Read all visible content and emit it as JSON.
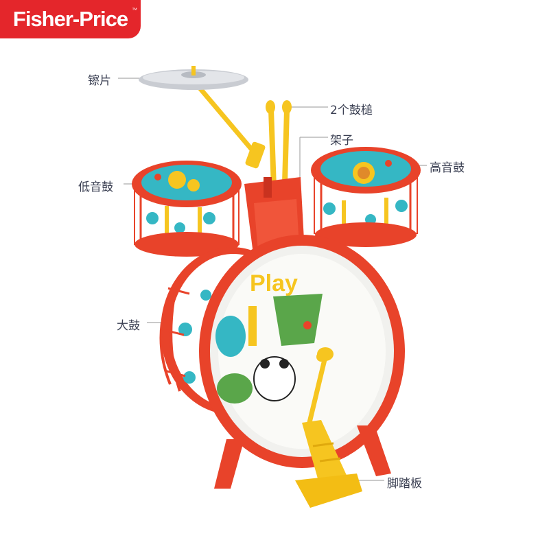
{
  "brand": {
    "name": "Fisher-Price",
    "tm": "™"
  },
  "labels": {
    "cymbal": "镲片",
    "sticks": "2个鼓槌",
    "stand": "架子",
    "high_tom": "高音鼓",
    "low_tom": "低音鼓",
    "bass_drum": "大鼓",
    "pedal": "脚踏板"
  },
  "drum_print": {
    "text": "Play"
  },
  "colors": {
    "brand_red": "#e4262b",
    "drum_red": "#e8432a",
    "yellow": "#f6c520",
    "drum_head": "#35b7c4",
    "label_text": "#3a3f52",
    "leader": "#aaaaaa"
  }
}
